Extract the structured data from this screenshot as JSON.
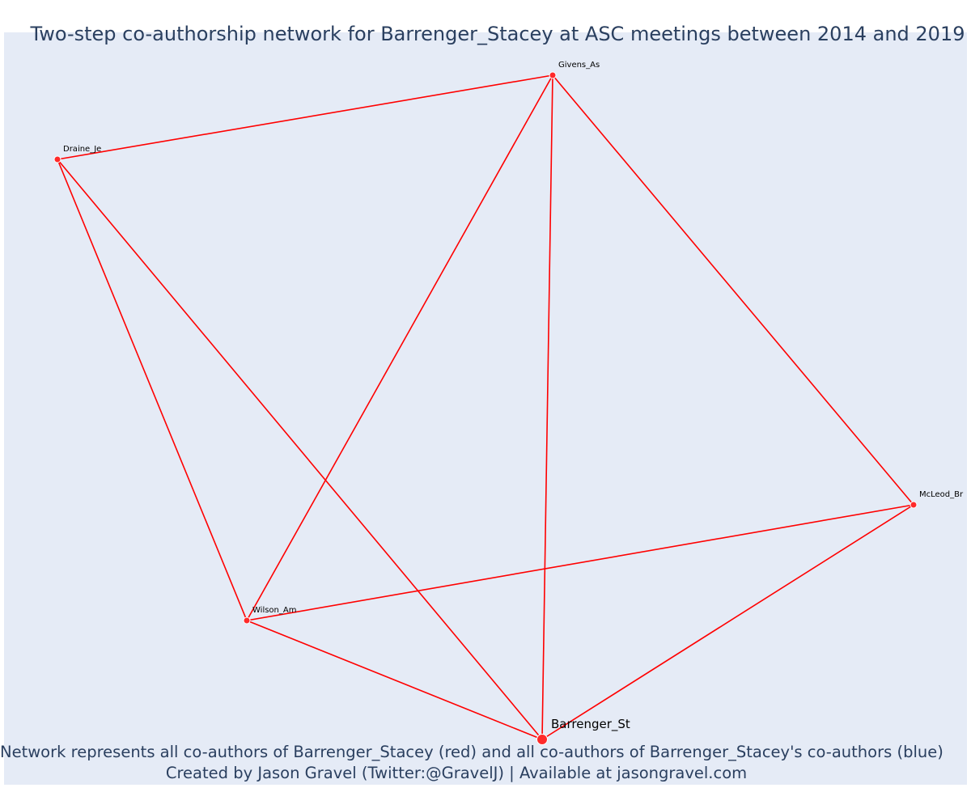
{
  "title": "Two-step co-authorship network for Barrenger_Stacey at ASC meetings between 2014 and 2019",
  "captions": [
    "Network represents all co-authors of Barrenger_Stacey (red) and all co-authors of Barrenger_Stacey's co-authors (blue)",
    "Created by Jason Gravel (Twitter:@GravelJ) | Available at jasongravel.com"
  ],
  "colors": {
    "edge": "#ff0000",
    "node": "#ff2a2a",
    "node_outline": "#ffffff",
    "label": "#000000",
    "background": "#e5ebf6"
  },
  "network": {
    "focal": "Barrenger_St",
    "nodes": [
      {
        "id": "Givens_As",
        "label": "Givens_As",
        "focal": false
      },
      {
        "id": "Draine_Je",
        "label": "Draine_Je",
        "focal": false
      },
      {
        "id": "McLeod_Br",
        "label": "McLeod_Br",
        "focal": false
      },
      {
        "id": "Wilson_Am",
        "label": "Wilson_Am",
        "focal": false
      },
      {
        "id": "Barrenger_St",
        "label": "Barrenger_St",
        "focal": true
      }
    ],
    "edges": [
      [
        "Draine_Je",
        "Givens_As"
      ],
      [
        "Draine_Je",
        "Wilson_Am"
      ],
      [
        "Draine_Je",
        "Barrenger_St"
      ],
      [
        "Givens_As",
        "Wilson_Am"
      ],
      [
        "Givens_As",
        "Barrenger_St"
      ],
      [
        "Givens_As",
        "McLeod_Br"
      ],
      [
        "McLeod_Br",
        "Wilson_Am"
      ],
      [
        "McLeod_Br",
        "Barrenger_St"
      ],
      [
        "Wilson_Am",
        "Barrenger_St"
      ]
    ]
  }
}
